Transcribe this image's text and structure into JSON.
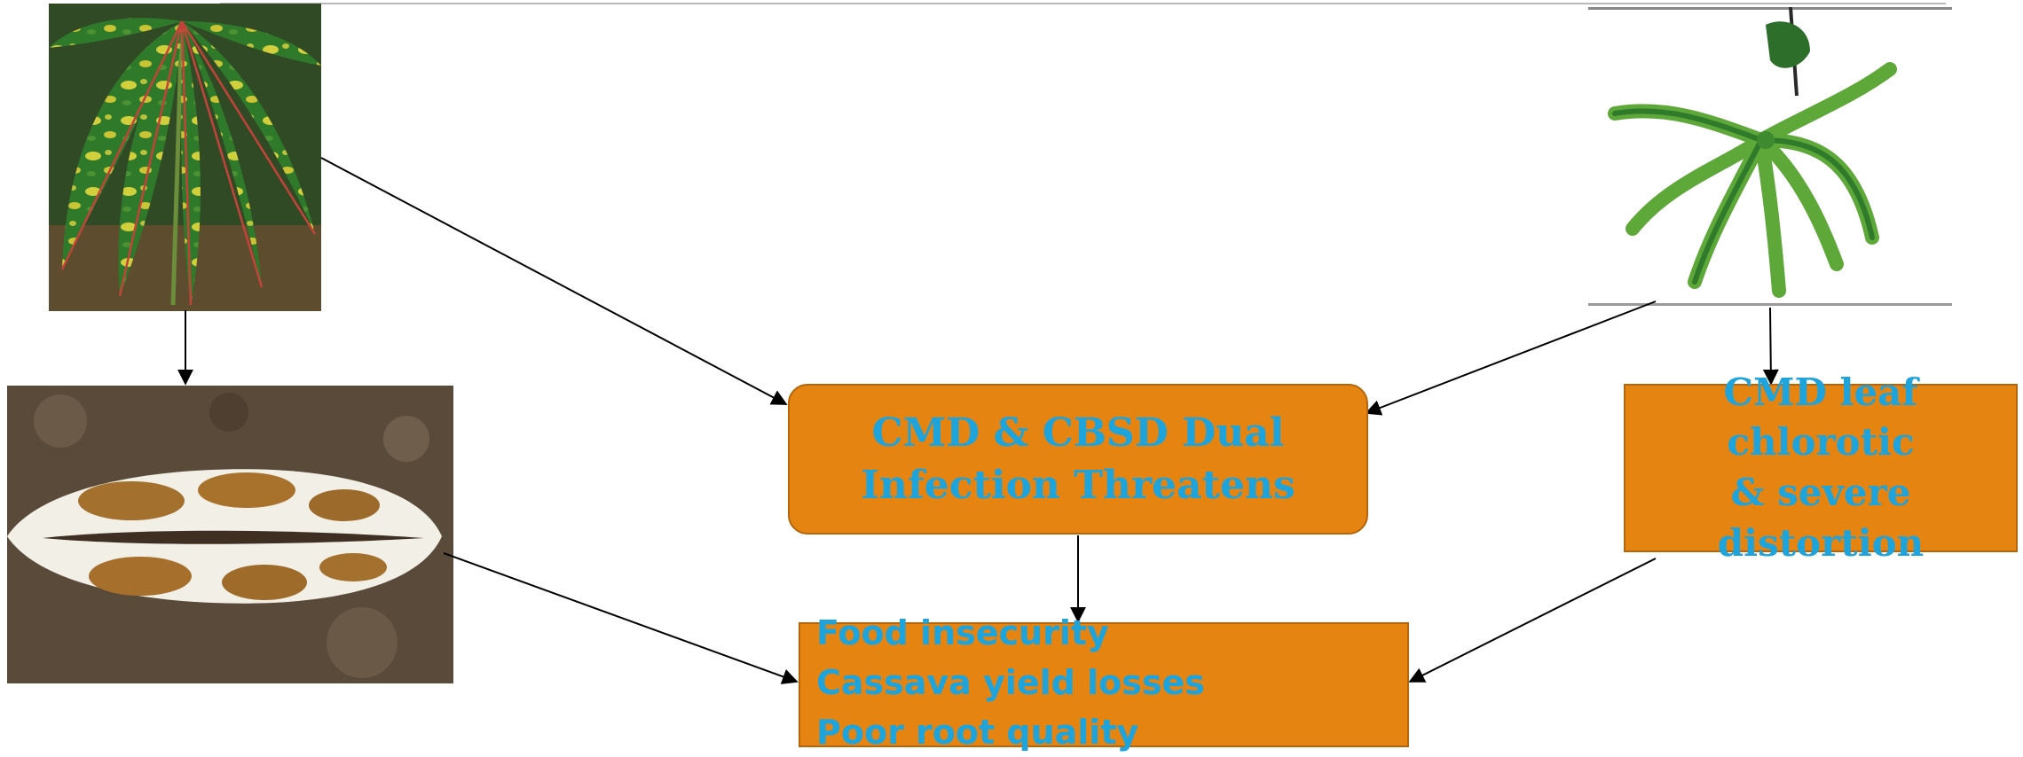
{
  "boxes": {
    "center": {
      "line1": "CMD & CBSD Dual",
      "line2": "Infection Threatens"
    },
    "right": {
      "line1": "CMD leaf chlorotic",
      "line2": "& severe distortion"
    },
    "bottom": {
      "items": [
        "Food insecurity",
        "Cassava yield losses",
        "Poor root quality"
      ]
    }
  },
  "colors": {
    "box_fill": "#E58411",
    "box_border": "#B5650A",
    "box_text": "#1FA3DB",
    "arrow": "#000000"
  }
}
